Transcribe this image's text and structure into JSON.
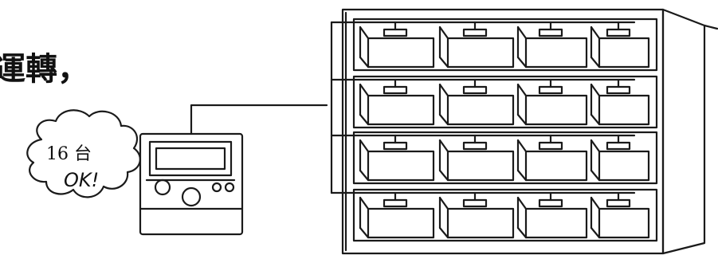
{
  "caption": {
    "text": "運轉，"
  },
  "speech_bubble": {
    "count_text": "16 台",
    "status_text": "OK!"
  },
  "colors": {
    "line": "#1a1a1a",
    "background": "#ffffff"
  },
  "rack": {
    "shelves": 4,
    "units_per_shelf": 4
  }
}
